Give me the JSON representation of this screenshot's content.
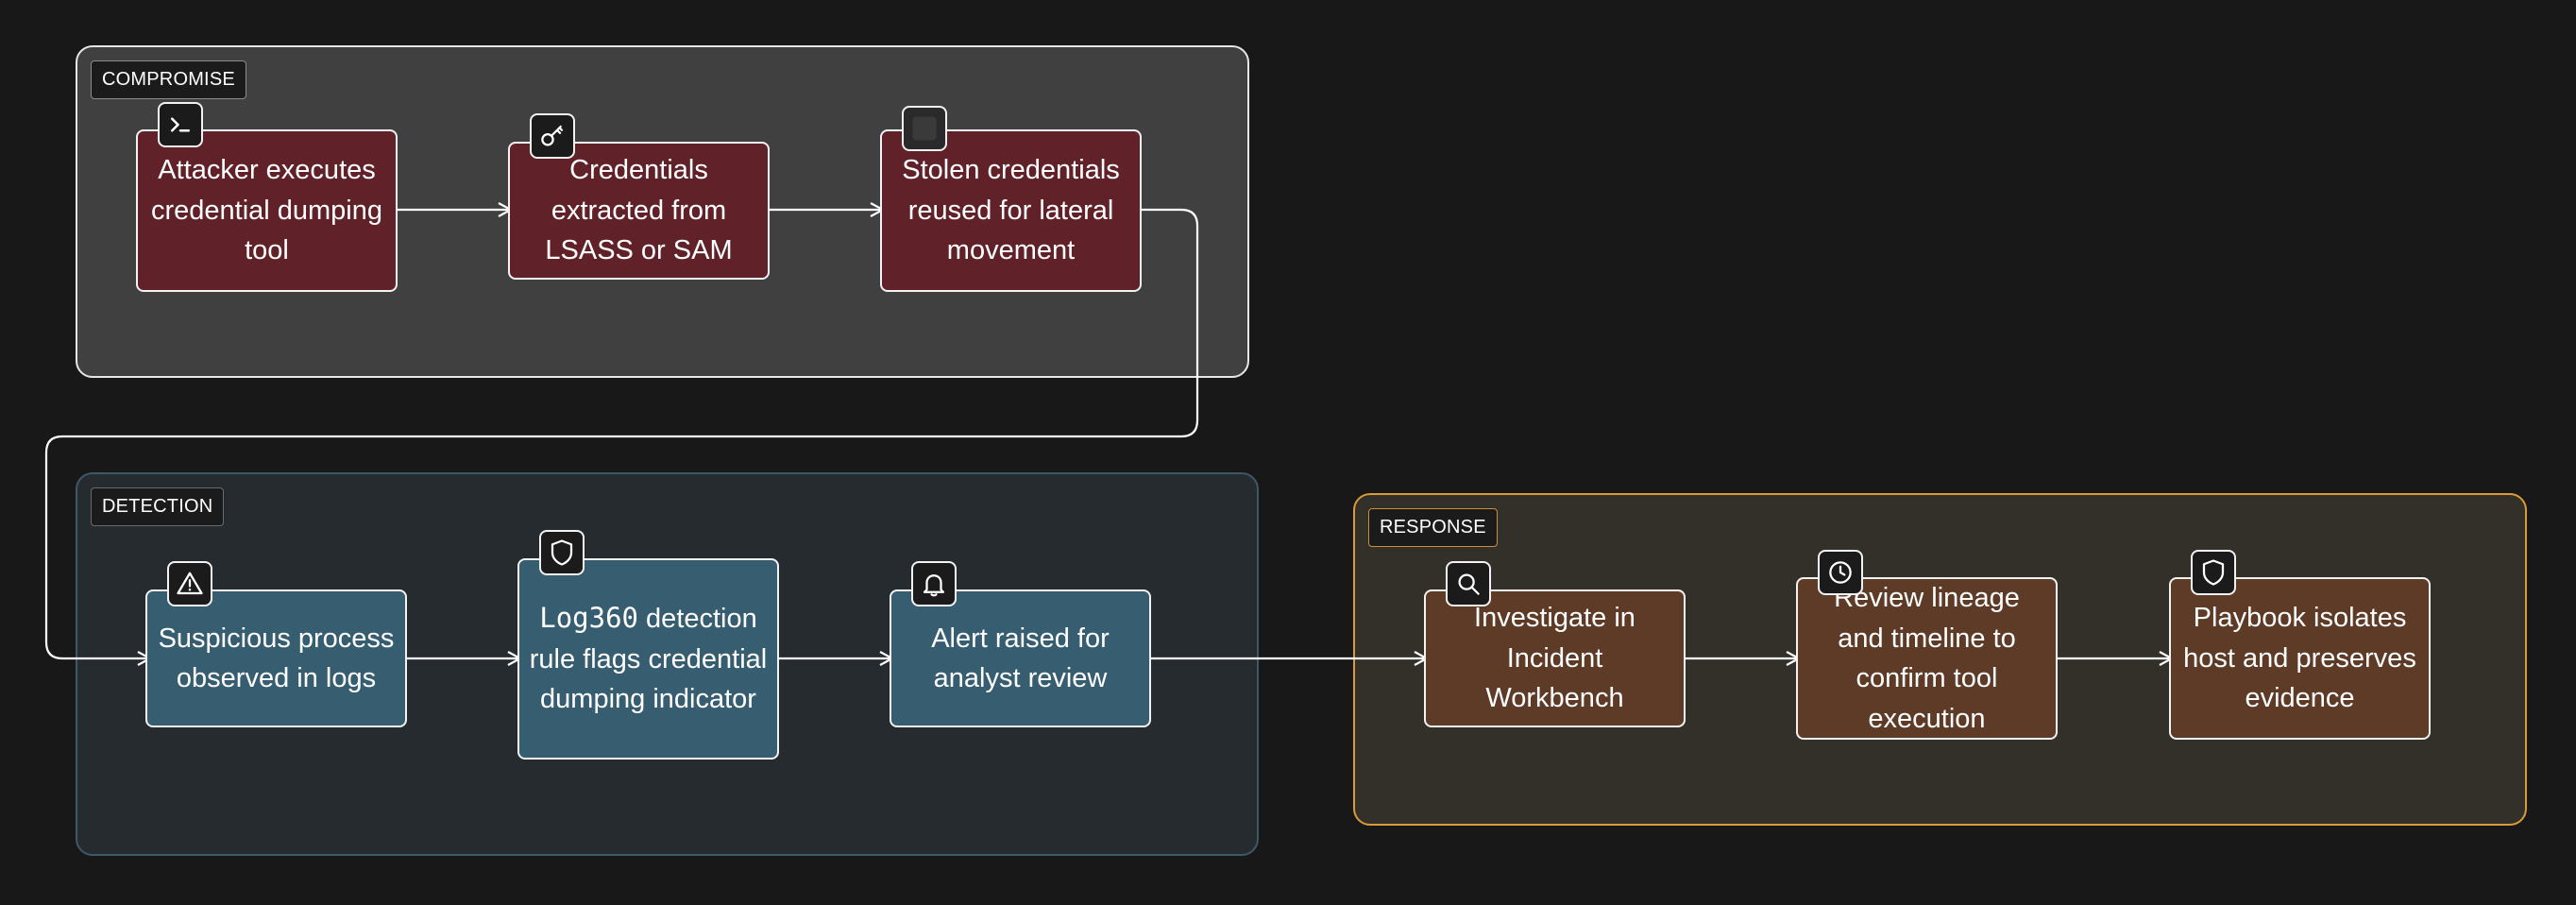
{
  "groups": {
    "compromise": {
      "label": "COMPROMISE"
    },
    "detection": {
      "label": "DETECTION"
    },
    "response": {
      "label": "RESPONSE"
    }
  },
  "nodes": {
    "dump_tool": {
      "text": "Attacker executes credential dumping tool",
      "icon": "terminal-icon"
    },
    "extracted": {
      "text": "Credentials extracted from LSASS or SAM",
      "icon": "key-icon"
    },
    "reused": {
      "text": "Stolen credentials reused for lateral movement",
      "icon": "square-icon"
    },
    "suspicious": {
      "text": "Suspicious process observed in logs",
      "icon": "warning-icon"
    },
    "log360": {
      "text_code": "Log360",
      "text_rest": " detection rule flags credential dumping indicator",
      "icon": "shield-icon"
    },
    "alert": {
      "text": "Alert raised for analyst review",
      "icon": "bell-icon"
    },
    "investigate": {
      "text": "Investigate in Incident Workbench",
      "icon": "search-icon"
    },
    "lineage": {
      "text": "Review lineage and timeline to confirm tool execution",
      "icon": "clock-icon"
    },
    "playbook": {
      "text": "Playbook isolates host and preserves evidence",
      "icon": "shield-icon"
    }
  },
  "colors": {
    "compromise_node": "#612129",
    "detection_node": "#375e70",
    "response_node": "#5e3b27",
    "response_border": "#d99a38",
    "edge": "#ffffff"
  },
  "edges": [
    [
      "dump_tool",
      "extracted"
    ],
    [
      "extracted",
      "reused"
    ],
    [
      "reused",
      "suspicious"
    ],
    [
      "suspicious",
      "log360"
    ],
    [
      "log360",
      "alert"
    ],
    [
      "alert",
      "investigate"
    ],
    [
      "investigate",
      "lineage"
    ],
    [
      "lineage",
      "playbook"
    ]
  ]
}
